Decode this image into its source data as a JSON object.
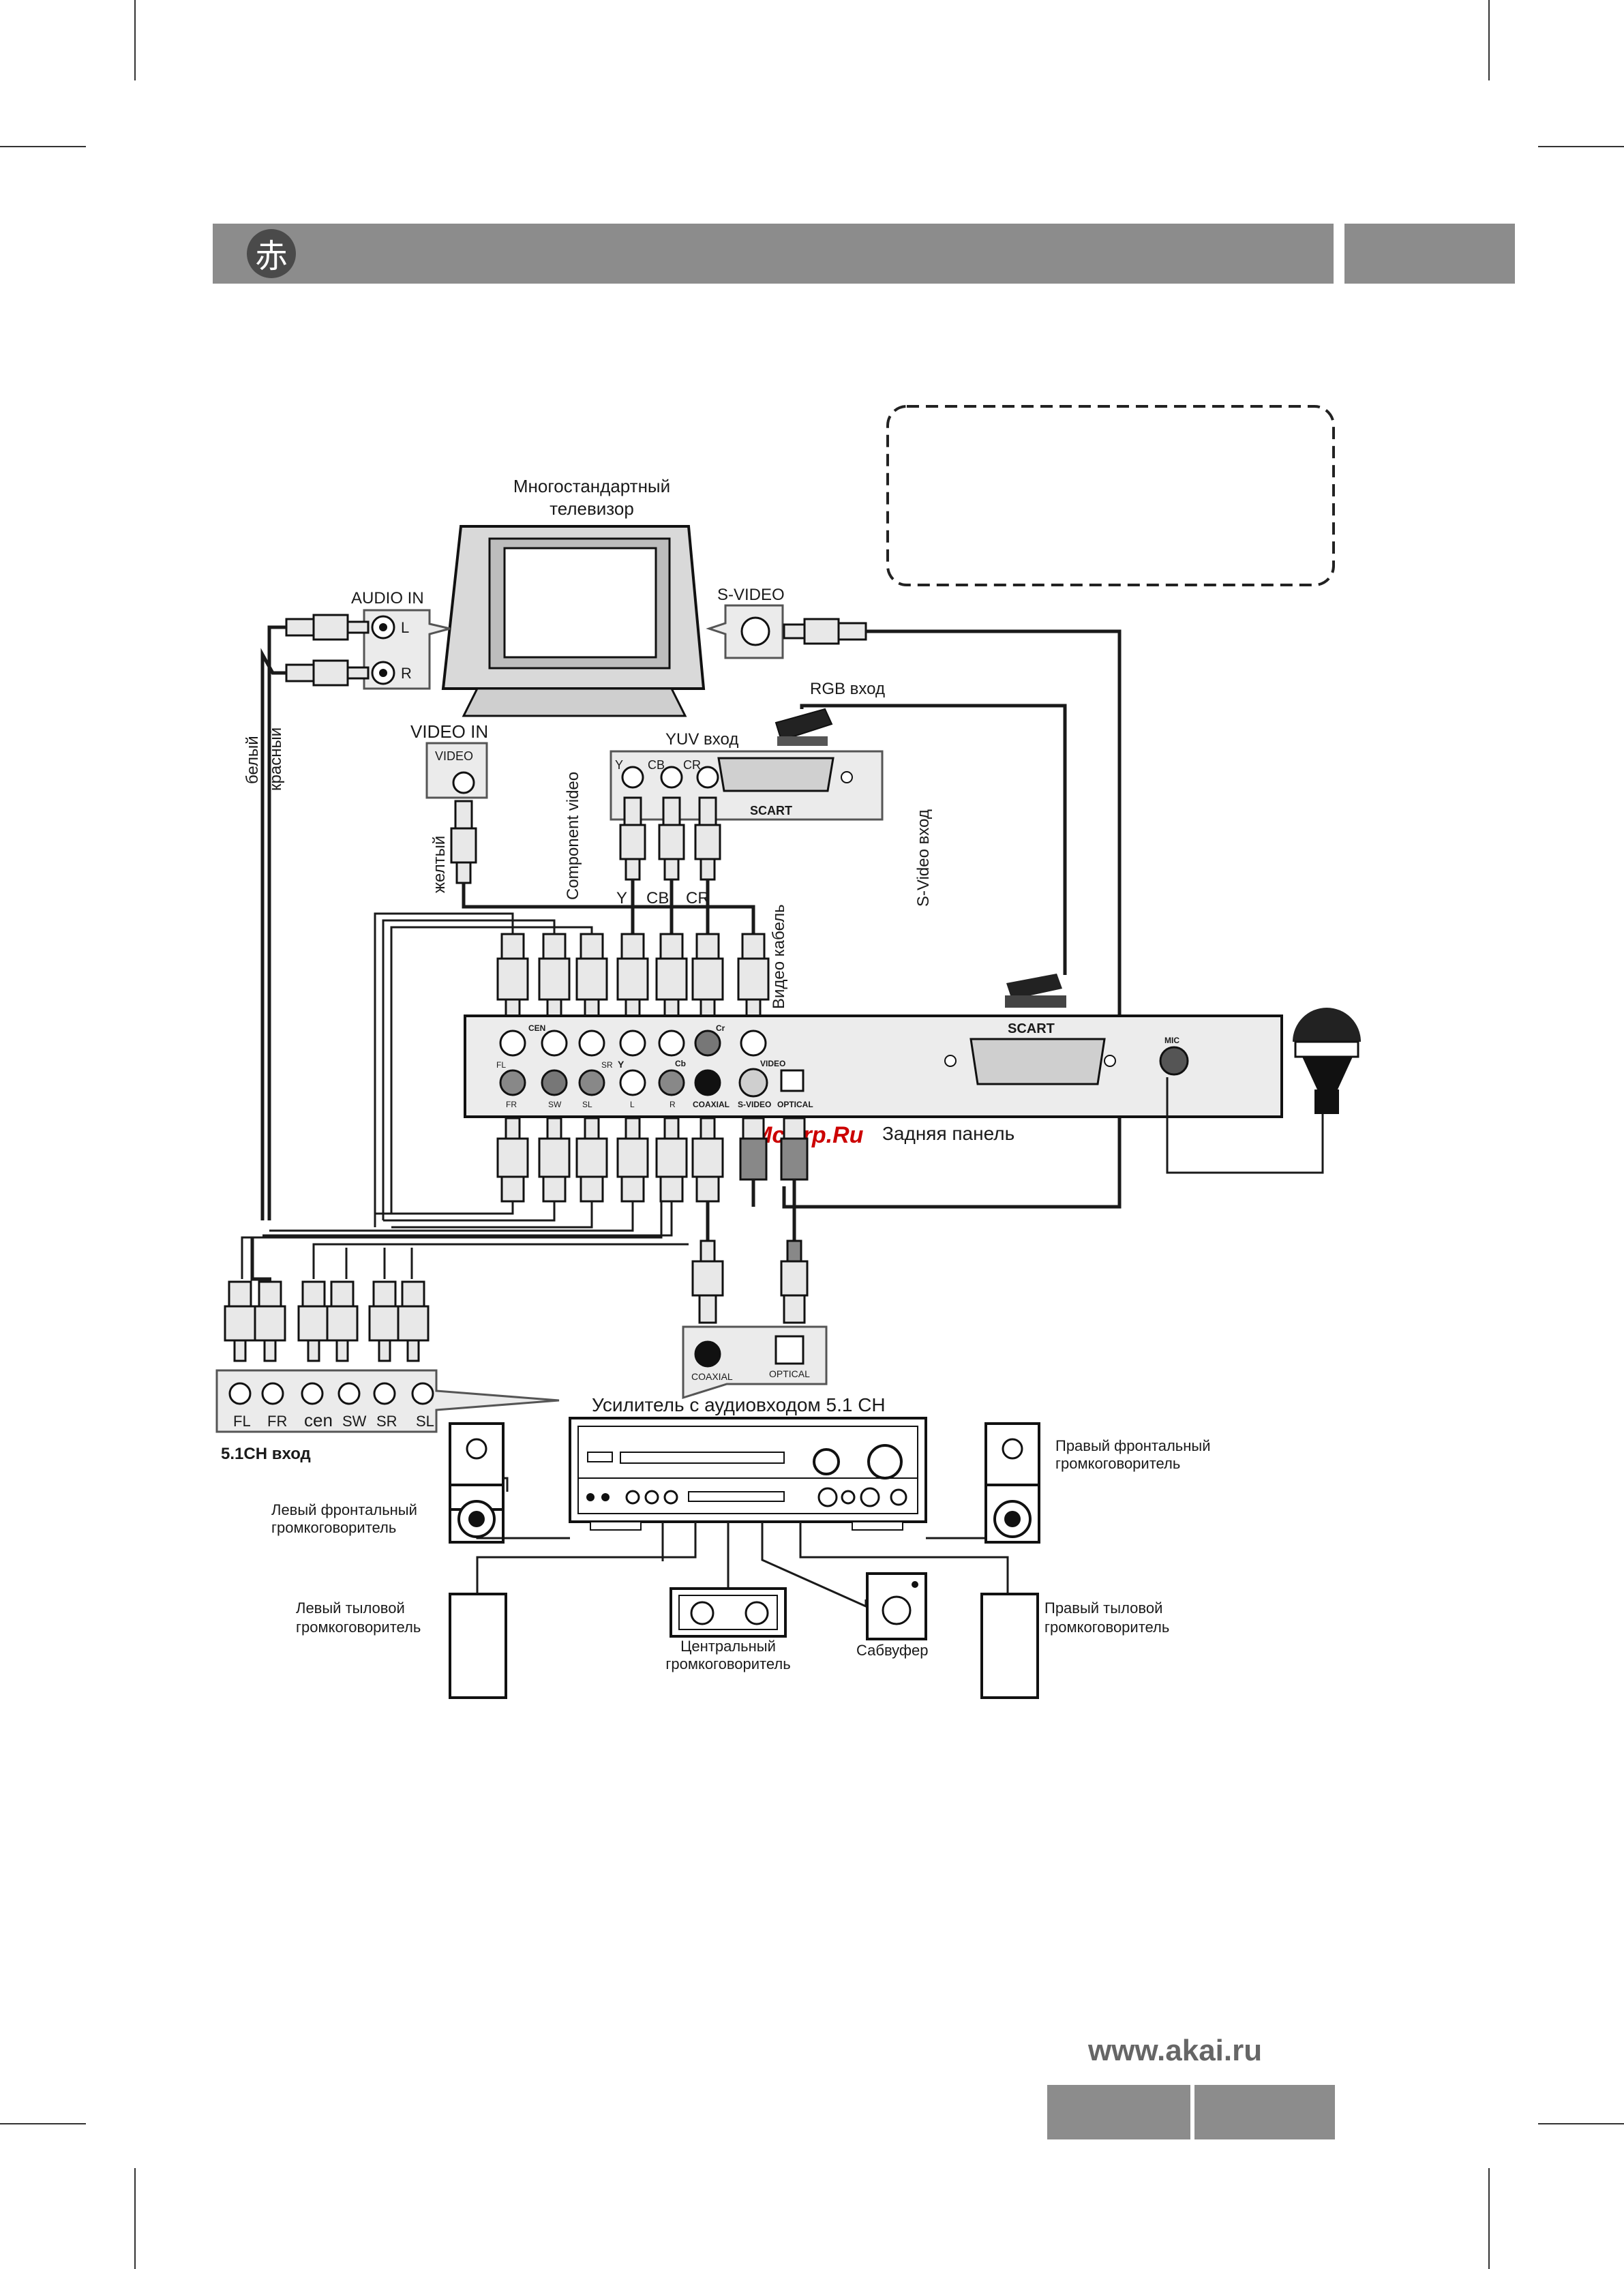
{
  "header": {
    "logo_glyph": "赤"
  },
  "tv": {
    "title_line1": "Многостандартный",
    "title_line2": "телевизор",
    "audio_in": "AUDIO IN",
    "audio_l": "L",
    "audio_r": "R",
    "svideo": "S-VIDEO",
    "video_in": "VIDEO  IN",
    "video_tag": "VIDEO",
    "rgb_in": "RGB вход",
    "yuv_in": "YUV вход",
    "y_tag": "Y",
    "cb_tag": "CB",
    "cr_tag": "CR",
    "scart_tag": "SCART"
  },
  "cables": {
    "white": "белый",
    "red": "красный",
    "yellow": "желтый",
    "component": "Component video",
    "y": "Y",
    "cb": "CB",
    "cr": "CR",
    "video_cable": "Видео кабель",
    "svideo_in": "S-Video вход"
  },
  "rear_panel": {
    "label": "Задняя панель",
    "scart": "SCART",
    "mic": "MIC",
    "cen": "CEN",
    "fl": "FL",
    "fr": "FR",
    "sw": "SW",
    "sl": "SL",
    "sr": "SR",
    "y": "Y",
    "cb": "Cb",
    "cr": "Cr",
    "l": "L",
    "r": "R",
    "video": "VIDEO",
    "coaxial": "COAXIAL",
    "svideo": "S-VIDEO",
    "optical": "OPTICAL"
  },
  "watermark": "McGrp.Ru",
  "amp_inputs": {
    "coaxial": "COAXIAL",
    "optical": "OPTICAL",
    "labels": [
      "FL",
      "FR",
      "cen",
      "SW",
      "SR",
      "SL"
    ],
    "title": "5.1CH вход"
  },
  "amplifier": {
    "title": "Усилитель с аудиовходом 5.1 CH"
  },
  "speakers": {
    "front_right": [
      "Правый фронтальный",
      "громкоговоритель"
    ],
    "front_left": [
      "Левый фронтальный",
      "громкоговоритель"
    ],
    "rear_left": [
      "Левый тыловой",
      "громкоговоритель"
    ],
    "rear_right": [
      "Правый тыловой",
      "громкоговоритель"
    ],
    "center": [
      "Центральный",
      "громкоговоритель"
    ],
    "subwoofer": "Сабвуфер"
  },
  "footer": {
    "url": "www.akai.ru"
  },
  "colors": {
    "header_bar": "#8c8c8c",
    "footer_bar": "#8c8c8c",
    "panel": "#ebebeb",
    "watermark": "#cc0000"
  }
}
